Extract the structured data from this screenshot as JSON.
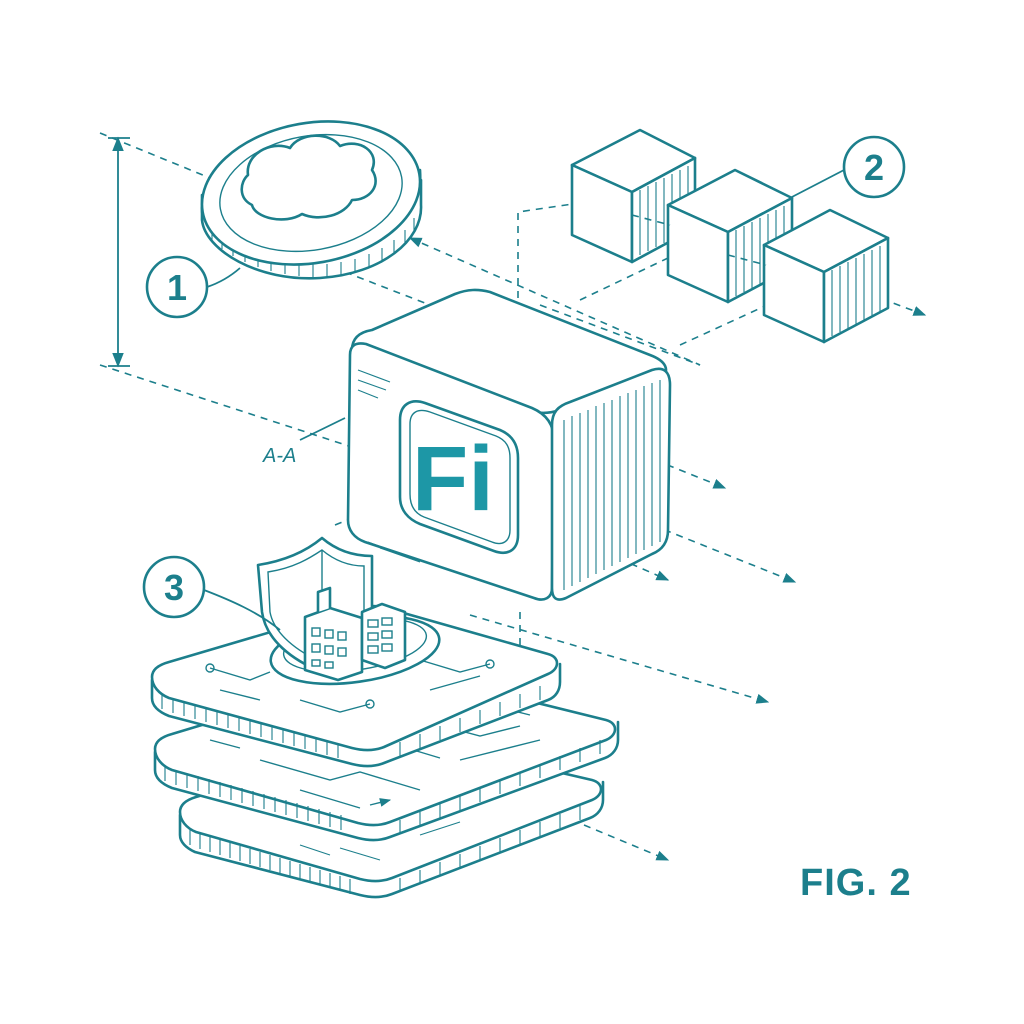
{
  "figure": {
    "label": "FIG. 2",
    "ink_color": "#1c7f8c",
    "accent_color": "#1d97a6"
  },
  "callouts": [
    {
      "id": "1",
      "text": "1"
    },
    {
      "id": "2",
      "text": "2"
    },
    {
      "id": "3",
      "text": "3"
    }
  ],
  "section_marker": "A-A",
  "central_block": {
    "logo_text": "Fi"
  },
  "icons": [
    "coin-icon",
    "block-chain-icon",
    "shield-icon",
    "building-icon",
    "circuit-board-icon"
  ]
}
